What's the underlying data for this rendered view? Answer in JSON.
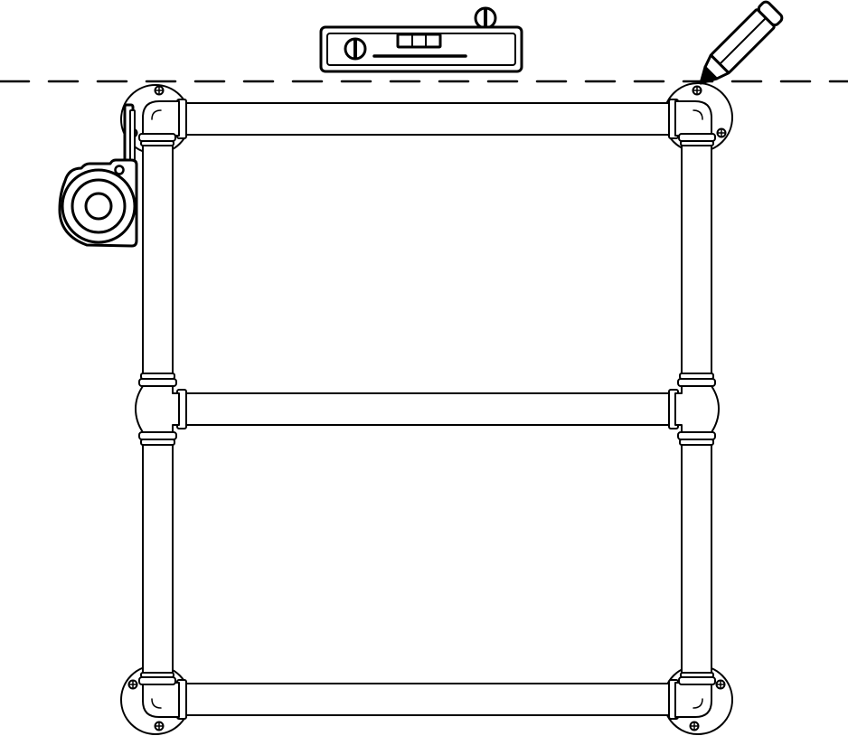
{
  "diagram": {
    "subject": "pipe-towel-rail-installation",
    "stroke_color": "#000000",
    "fill_color": "#ffffff",
    "guide_line": {
      "style": "dashed"
    },
    "tools": [
      {
        "icon": "spirit-level-icon"
      },
      {
        "icon": "pencil-icon"
      },
      {
        "icon": "tape-measure-icon"
      }
    ],
    "wall_flanges": 4,
    "horizontal_bars": 3,
    "vertical_posts": 2,
    "tee_fittings": 2,
    "elbow_fittings": 4
  }
}
